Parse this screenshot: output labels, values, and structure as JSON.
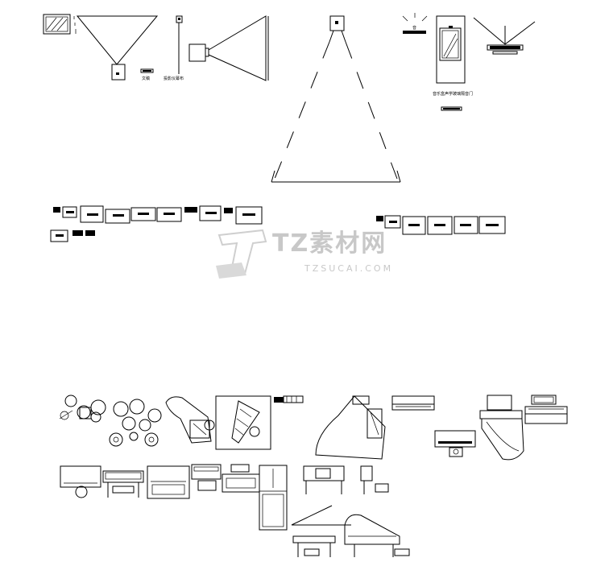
{
  "labels": {
    "screen_label": "文稿",
    "projector_label": "投影仪幕布",
    "speaker_label": "音",
    "door_caption": "音乐盒声学玻璃隔音门"
  },
  "watermark": {
    "brand": "TZ素材网",
    "url": "TZSUCAI.COM"
  }
}
